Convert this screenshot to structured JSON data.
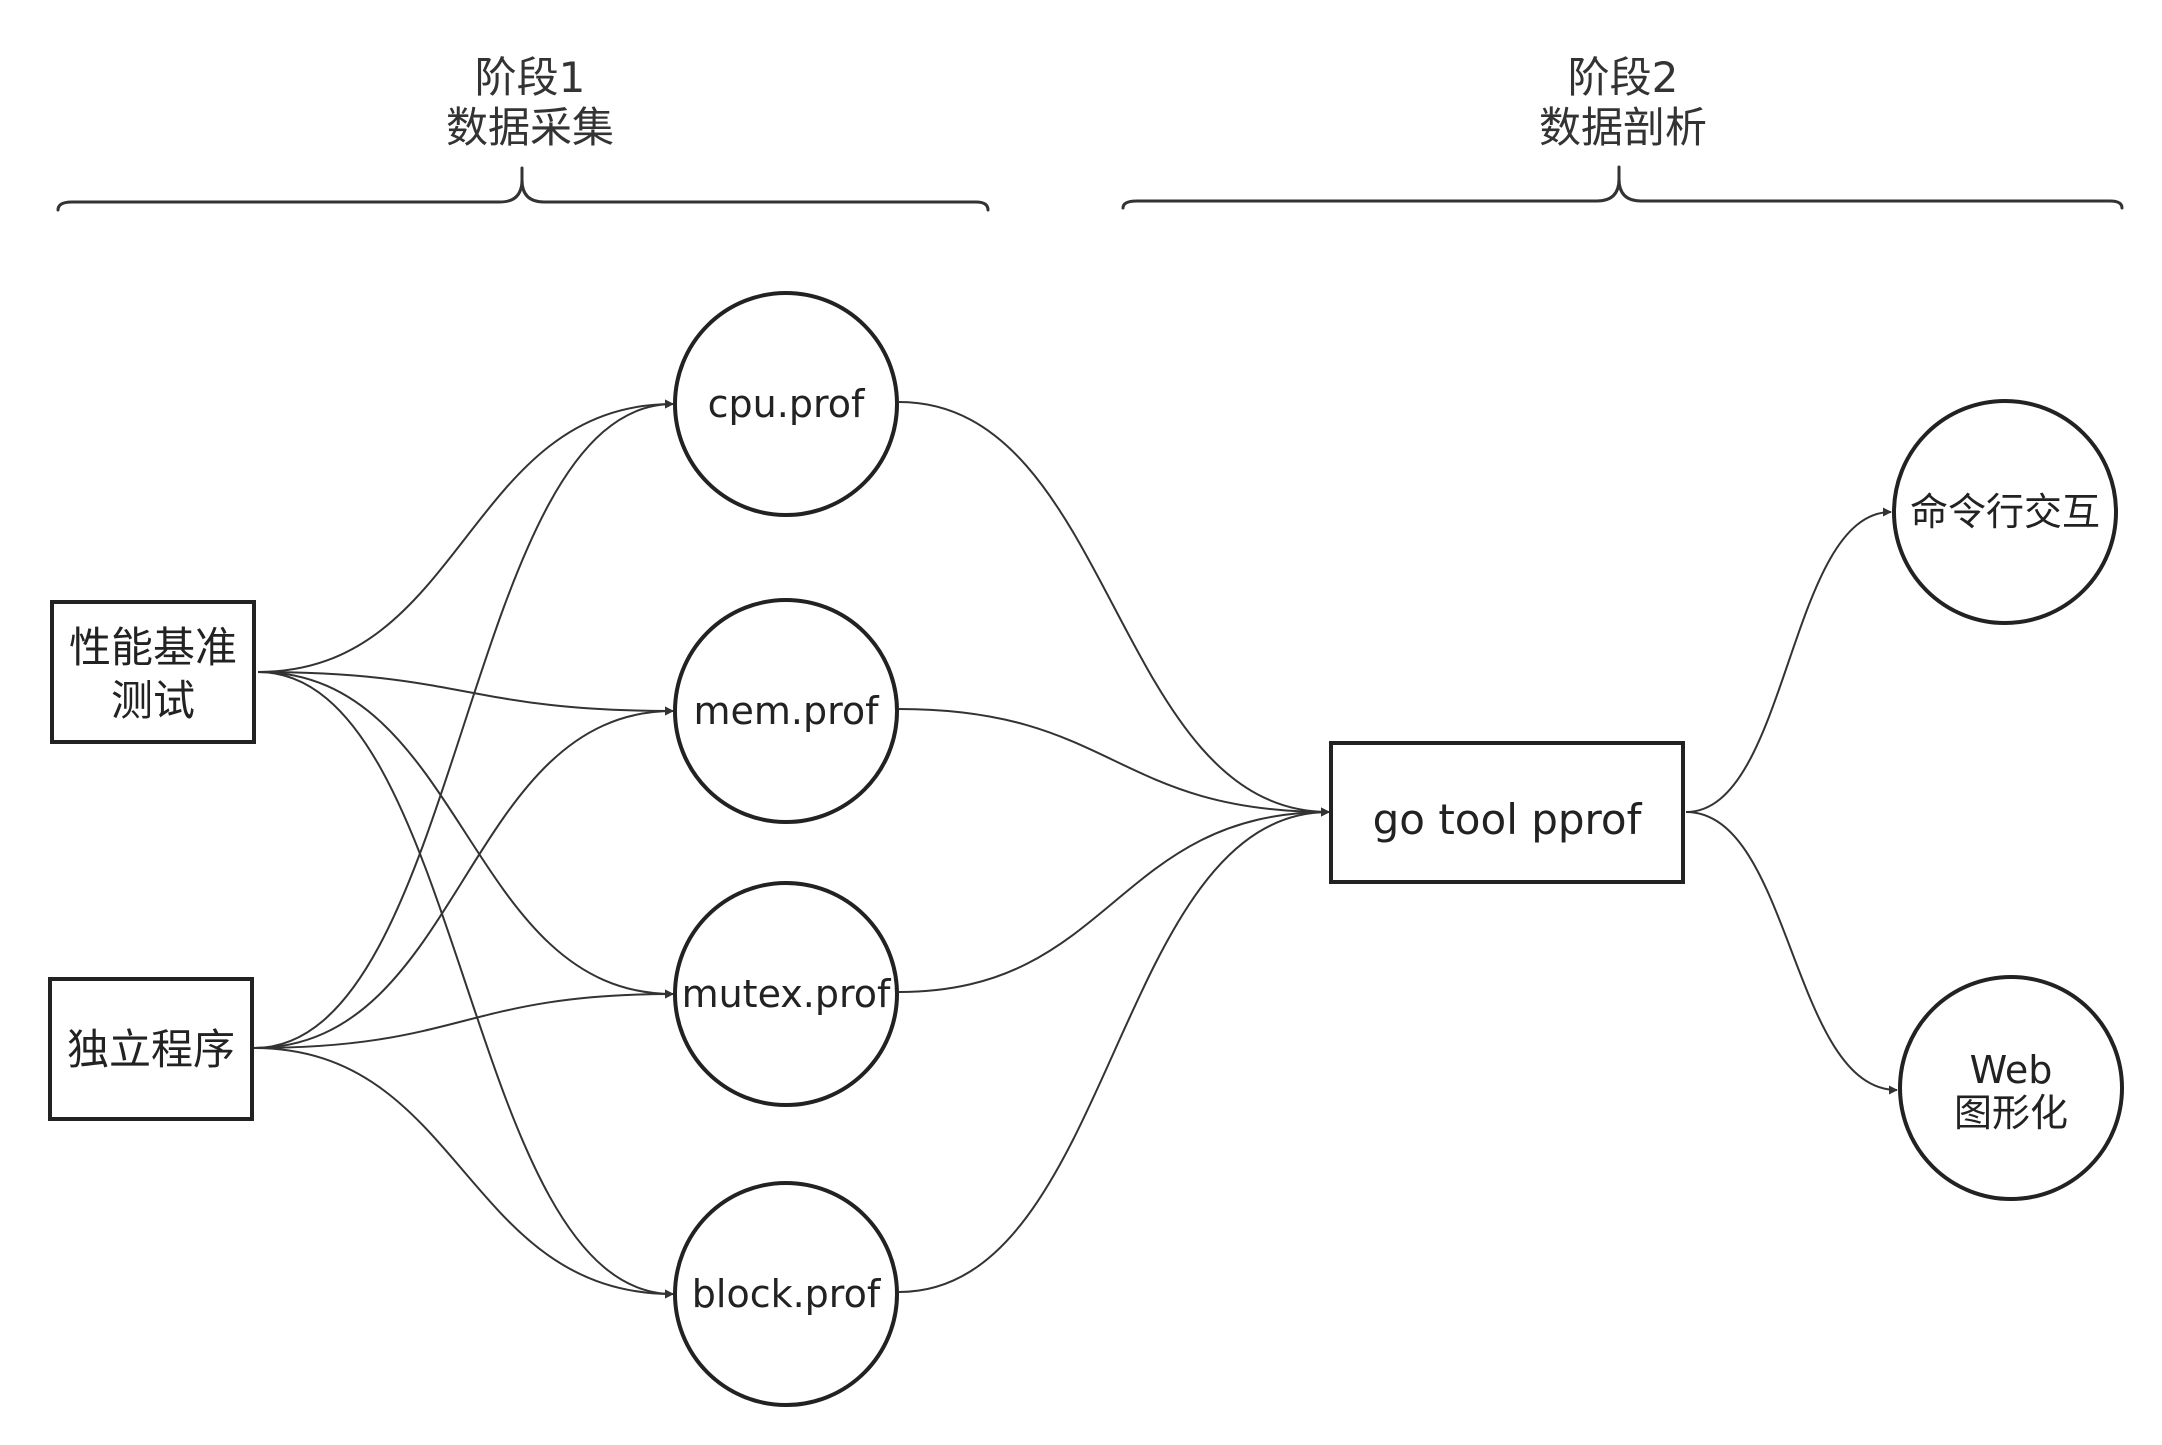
{
  "stages": [
    {
      "id": "stage1",
      "line1": "阶段1",
      "line2": "数据采集"
    },
    {
      "id": "stage2",
      "line1": "阶段2",
      "line2": "数据剖析"
    }
  ],
  "sources": [
    {
      "id": "benchmark",
      "lines": [
        "性能基准",
        "测试"
      ]
    },
    {
      "id": "standalone",
      "lines": [
        "独立程序"
      ]
    }
  ],
  "profiles": [
    {
      "id": "cpu",
      "label": "cpu.prof"
    },
    {
      "id": "mem",
      "label": "mem.prof"
    },
    {
      "id": "mutex",
      "label": "mutex.prof"
    },
    {
      "id": "block",
      "label": "block.prof"
    }
  ],
  "tool": {
    "id": "pprof",
    "label": "go tool pprof"
  },
  "outputs": [
    {
      "id": "cli",
      "lines": [
        "命令行交互"
      ]
    },
    {
      "id": "web",
      "lines": [
        "Web",
        "图形化"
      ]
    }
  ],
  "edges": [
    [
      "benchmark",
      "cpu"
    ],
    [
      "benchmark",
      "mem"
    ],
    [
      "benchmark",
      "mutex"
    ],
    [
      "benchmark",
      "block"
    ],
    [
      "standalone",
      "cpu"
    ],
    [
      "standalone",
      "mem"
    ],
    [
      "standalone",
      "mutex"
    ],
    [
      "standalone",
      "block"
    ],
    [
      "cpu",
      "pprof"
    ],
    [
      "mem",
      "pprof"
    ],
    [
      "mutex",
      "pprof"
    ],
    [
      "block",
      "pprof"
    ],
    [
      "pprof",
      "cli"
    ],
    [
      "pprof",
      "web"
    ]
  ],
  "colors": {
    "stroke": "#222222",
    "edge": "#333333",
    "background": "#ffffff"
  }
}
